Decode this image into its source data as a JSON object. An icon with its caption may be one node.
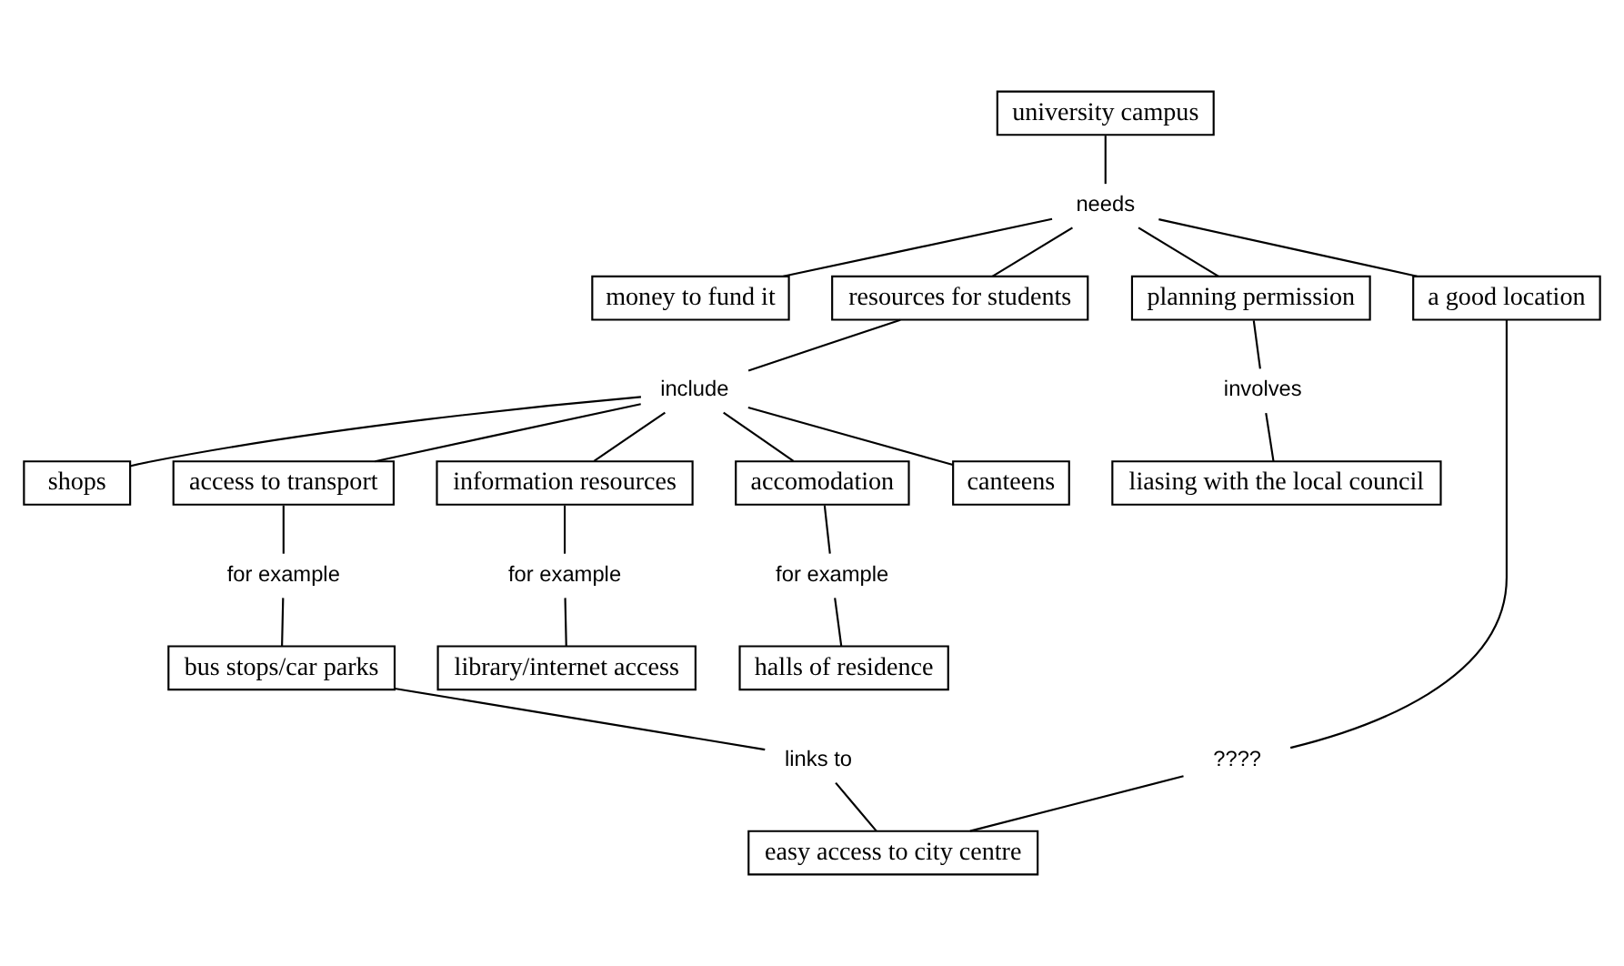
{
  "diagram": {
    "nodes": [
      {
        "text": [
          "bus stops/car parks"
        ]
      },
      {
        "text": [
          "shops"
        ]
      },
      {
        "text": [
          "for example"
        ]
      },
      {
        "text": [
          "include"
        ]
      },
      {
        "text": [
          "access to transport"
        ]
      },
      {
        "text": [
          "university campus"
        ]
      },
      {
        "text": [
          "money to fund it"
        ]
      },
      {
        "text": [
          "needs"
        ]
      },
      {
        "text": [
          "resources for students"
        ]
      },
      {
        "text": [
          "planning permission"
        ]
      },
      {
        "text": [
          "involves"
        ]
      },
      {
        "text": [
          "liasing with the local council"
        ]
      },
      {
        "text": [
          "links to"
        ]
      },
      {
        "text": [
          "information resources"
        ]
      },
      {
        "text": [
          "accomodation"
        ]
      },
      {
        "text": [
          "for example"
        ]
      },
      {
        "text": [
          "halls of residence"
        ]
      },
      {
        "text": [
          "for example"
        ]
      },
      {
        "text": [
          "library/internet access"
        ]
      },
      {
        "text": [
          "a good location"
        ]
      },
      {
        "text": [
          "????"
        ]
      },
      {
        "text": [
          "canteens"
        ]
      },
      {
        "text": [
          "easy access to city centre"
        ]
      }
    ],
    "edges": [
      {
        "from": 5,
        "to": 7,
        "arrow": "none"
      },
      {
        "from": 7,
        "to": 6,
        "arrow": "none"
      },
      {
        "from": 7,
        "to": 9,
        "arrow": "none"
      },
      {
        "from": 7,
        "to": 8,
        "arrow": "none"
      },
      {
        "from": 7,
        "to": 19,
        "arrow": "none"
      },
      {
        "from": 9,
        "to": 10,
        "arrow": "none"
      },
      {
        "from": 10,
        "to": 11,
        "arrow": "none"
      },
      {
        "from": 8,
        "to": 3,
        "arrow": "none"
      },
      {
        "from": 3,
        "to": 1,
        "arrow": "none"
      },
      {
        "from": 3,
        "to": 4,
        "arrow": "none"
      },
      {
        "from": 3,
        "to": 13,
        "arrow": "none"
      },
      {
        "from": 3,
        "to": 14,
        "arrow": "none"
      },
      {
        "from": 3,
        "to": 21,
        "arrow": "none"
      },
      {
        "from": 4,
        "to": 2,
        "arrow": "none"
      },
      {
        "from": 2,
        "to": 0,
        "arrow": "none"
      },
      {
        "from": 0,
        "to": 12,
        "arrow": "none"
      },
      {
        "from": 12,
        "to": 22,
        "arrow": "none"
      },
      {
        "from": 14,
        "to": 15,
        "arrow": "none"
      },
      {
        "from": 15,
        "to": 16,
        "arrow": "none"
      },
      {
        "from": 13,
        "to": 17,
        "arrow": "none"
      },
      {
        "from": 17,
        "to": 18,
        "arrow": "none"
      },
      {
        "from": 19,
        "to": 20,
        "arrow": "none"
      },
      {
        "from": 20,
        "to": 22,
        "arrow": "none"
      }
    ]
  }
}
